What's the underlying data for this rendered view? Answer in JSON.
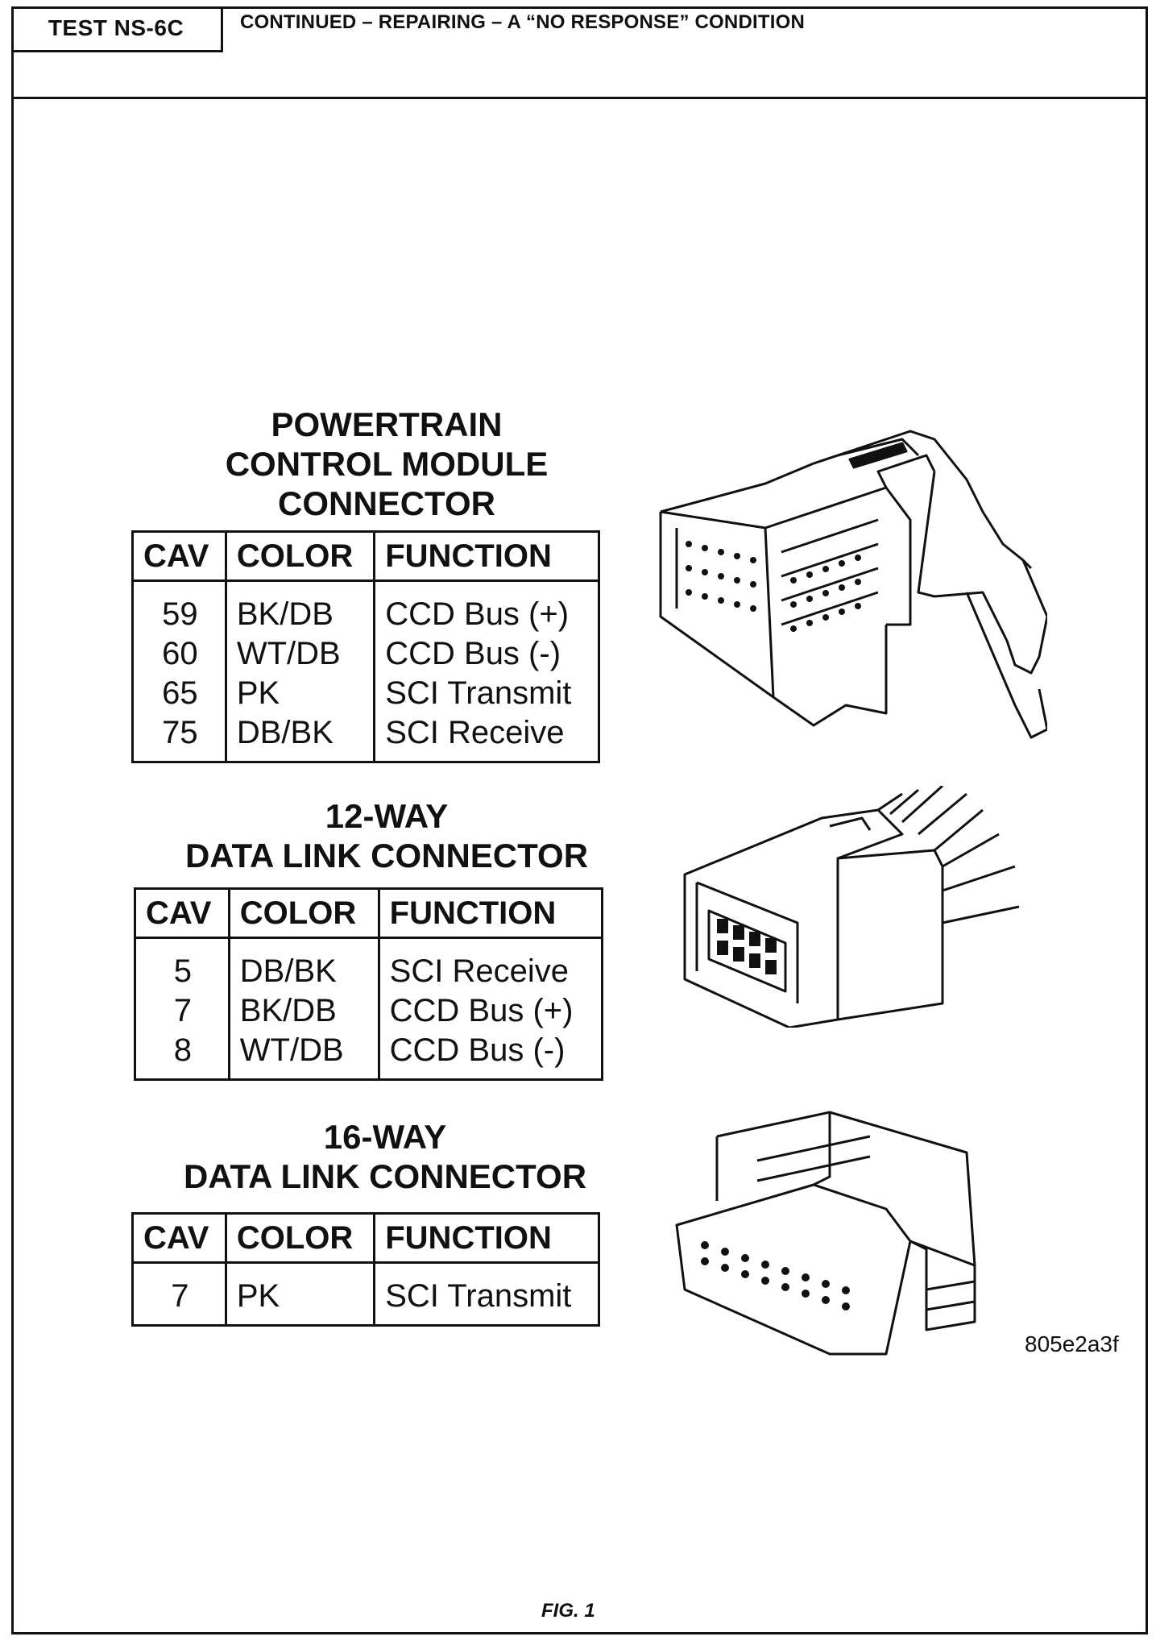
{
  "header": {
    "test_id": "TEST NS-6C",
    "heading": "CONTINUED – REPAIRING – A “NO RESPONSE” CONDITION"
  },
  "columns": {
    "cav": "CAV",
    "color": "COLOR",
    "function": "FUNCTION"
  },
  "connectors": [
    {
      "title_lines": [
        "POWERTRAIN",
        "CONTROL MODULE",
        "CONNECTOR"
      ],
      "rows": [
        {
          "cav": "59",
          "color": "BK/DB",
          "function": "CCD Bus (+)"
        },
        {
          "cav": "60",
          "color": "WT/DB",
          "function": "CCD Bus (-)"
        },
        {
          "cav": "65",
          "color": "PK",
          "function": "SCI Transmit"
        },
        {
          "cav": "75",
          "color": "DB/BK",
          "function": "SCI Receive"
        }
      ]
    },
    {
      "title_lines": [
        "12-WAY",
        "DATA LINK CONNECTOR"
      ],
      "rows": [
        {
          "cav": "5",
          "color": "DB/BK",
          "function": "SCI Receive"
        },
        {
          "cav": "7",
          "color": "BK/DB",
          "function": "CCD Bus (+)"
        },
        {
          "cav": "8",
          "color": "WT/DB",
          "function": "CCD Bus (-)"
        }
      ]
    },
    {
      "title_lines": [
        "16-WAY",
        "DATA LINK CONNECTOR"
      ],
      "rows": [
        {
          "cav": "7",
          "color": "PK",
          "function": "SCI Transmit"
        }
      ]
    }
  ],
  "figure_id": "805e2a3f",
  "figure_caption": "FIG. 1",
  "icons": [
    "pcm-connector-illustration",
    "12-way-connector-illustration",
    "16-way-connector-illustration"
  ]
}
